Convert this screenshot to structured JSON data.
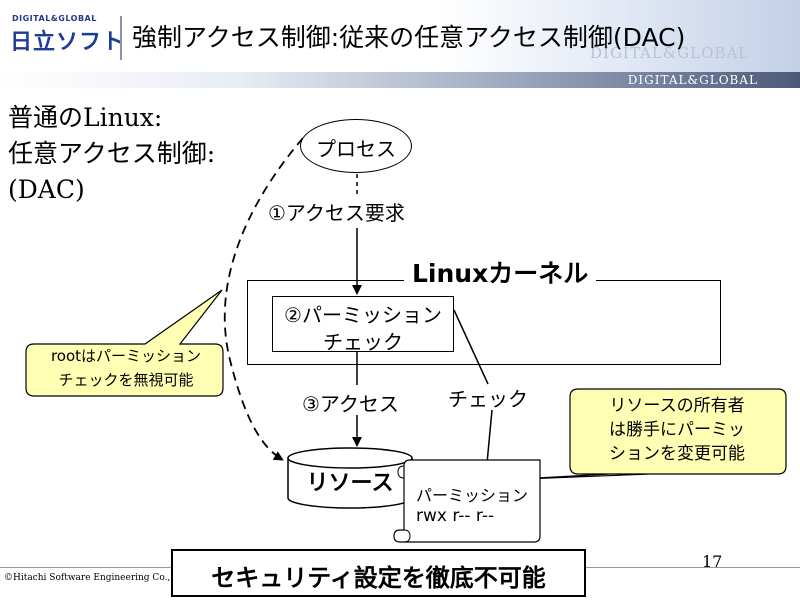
{
  "header": {
    "logo_top": "DIGITAL&GLOBAL",
    "logo_main": "日立ソフト",
    "title": "強制アクセス制御:従来の任意アクセス制御(DAC)",
    "watermark": "DIGITAL&GLOBAL",
    "strip_text": "DIGITAL&GLOBAL"
  },
  "left_heading": [
    "普通のLinux:",
    "任意アクセス制御:",
    "(DAC)"
  ],
  "diagram": {
    "process": "プロセス",
    "step1": "①アクセス要求",
    "kernel": "Linuxカーネル",
    "permission_check": [
      "②パーミッション",
      "チェック"
    ],
    "step3": "③アクセス",
    "check": "チェック",
    "resource": "リソース",
    "permission_note": {
      "title": "パーミッション",
      "mode": "rwx r-- r--"
    },
    "callout_root": [
      "rootはパーミッション",
      "チェックを無視可能"
    ],
    "callout_owner": [
      "リソースの所有者",
      "は勝手にパーミッ",
      "ションを変更可能"
    ]
  },
  "footer": {
    "conclusion": "セキュリティ設定を徹底不可能",
    "copyright": "©Hitachi Software Engineering Co.,",
    "page_number": "17"
  }
}
